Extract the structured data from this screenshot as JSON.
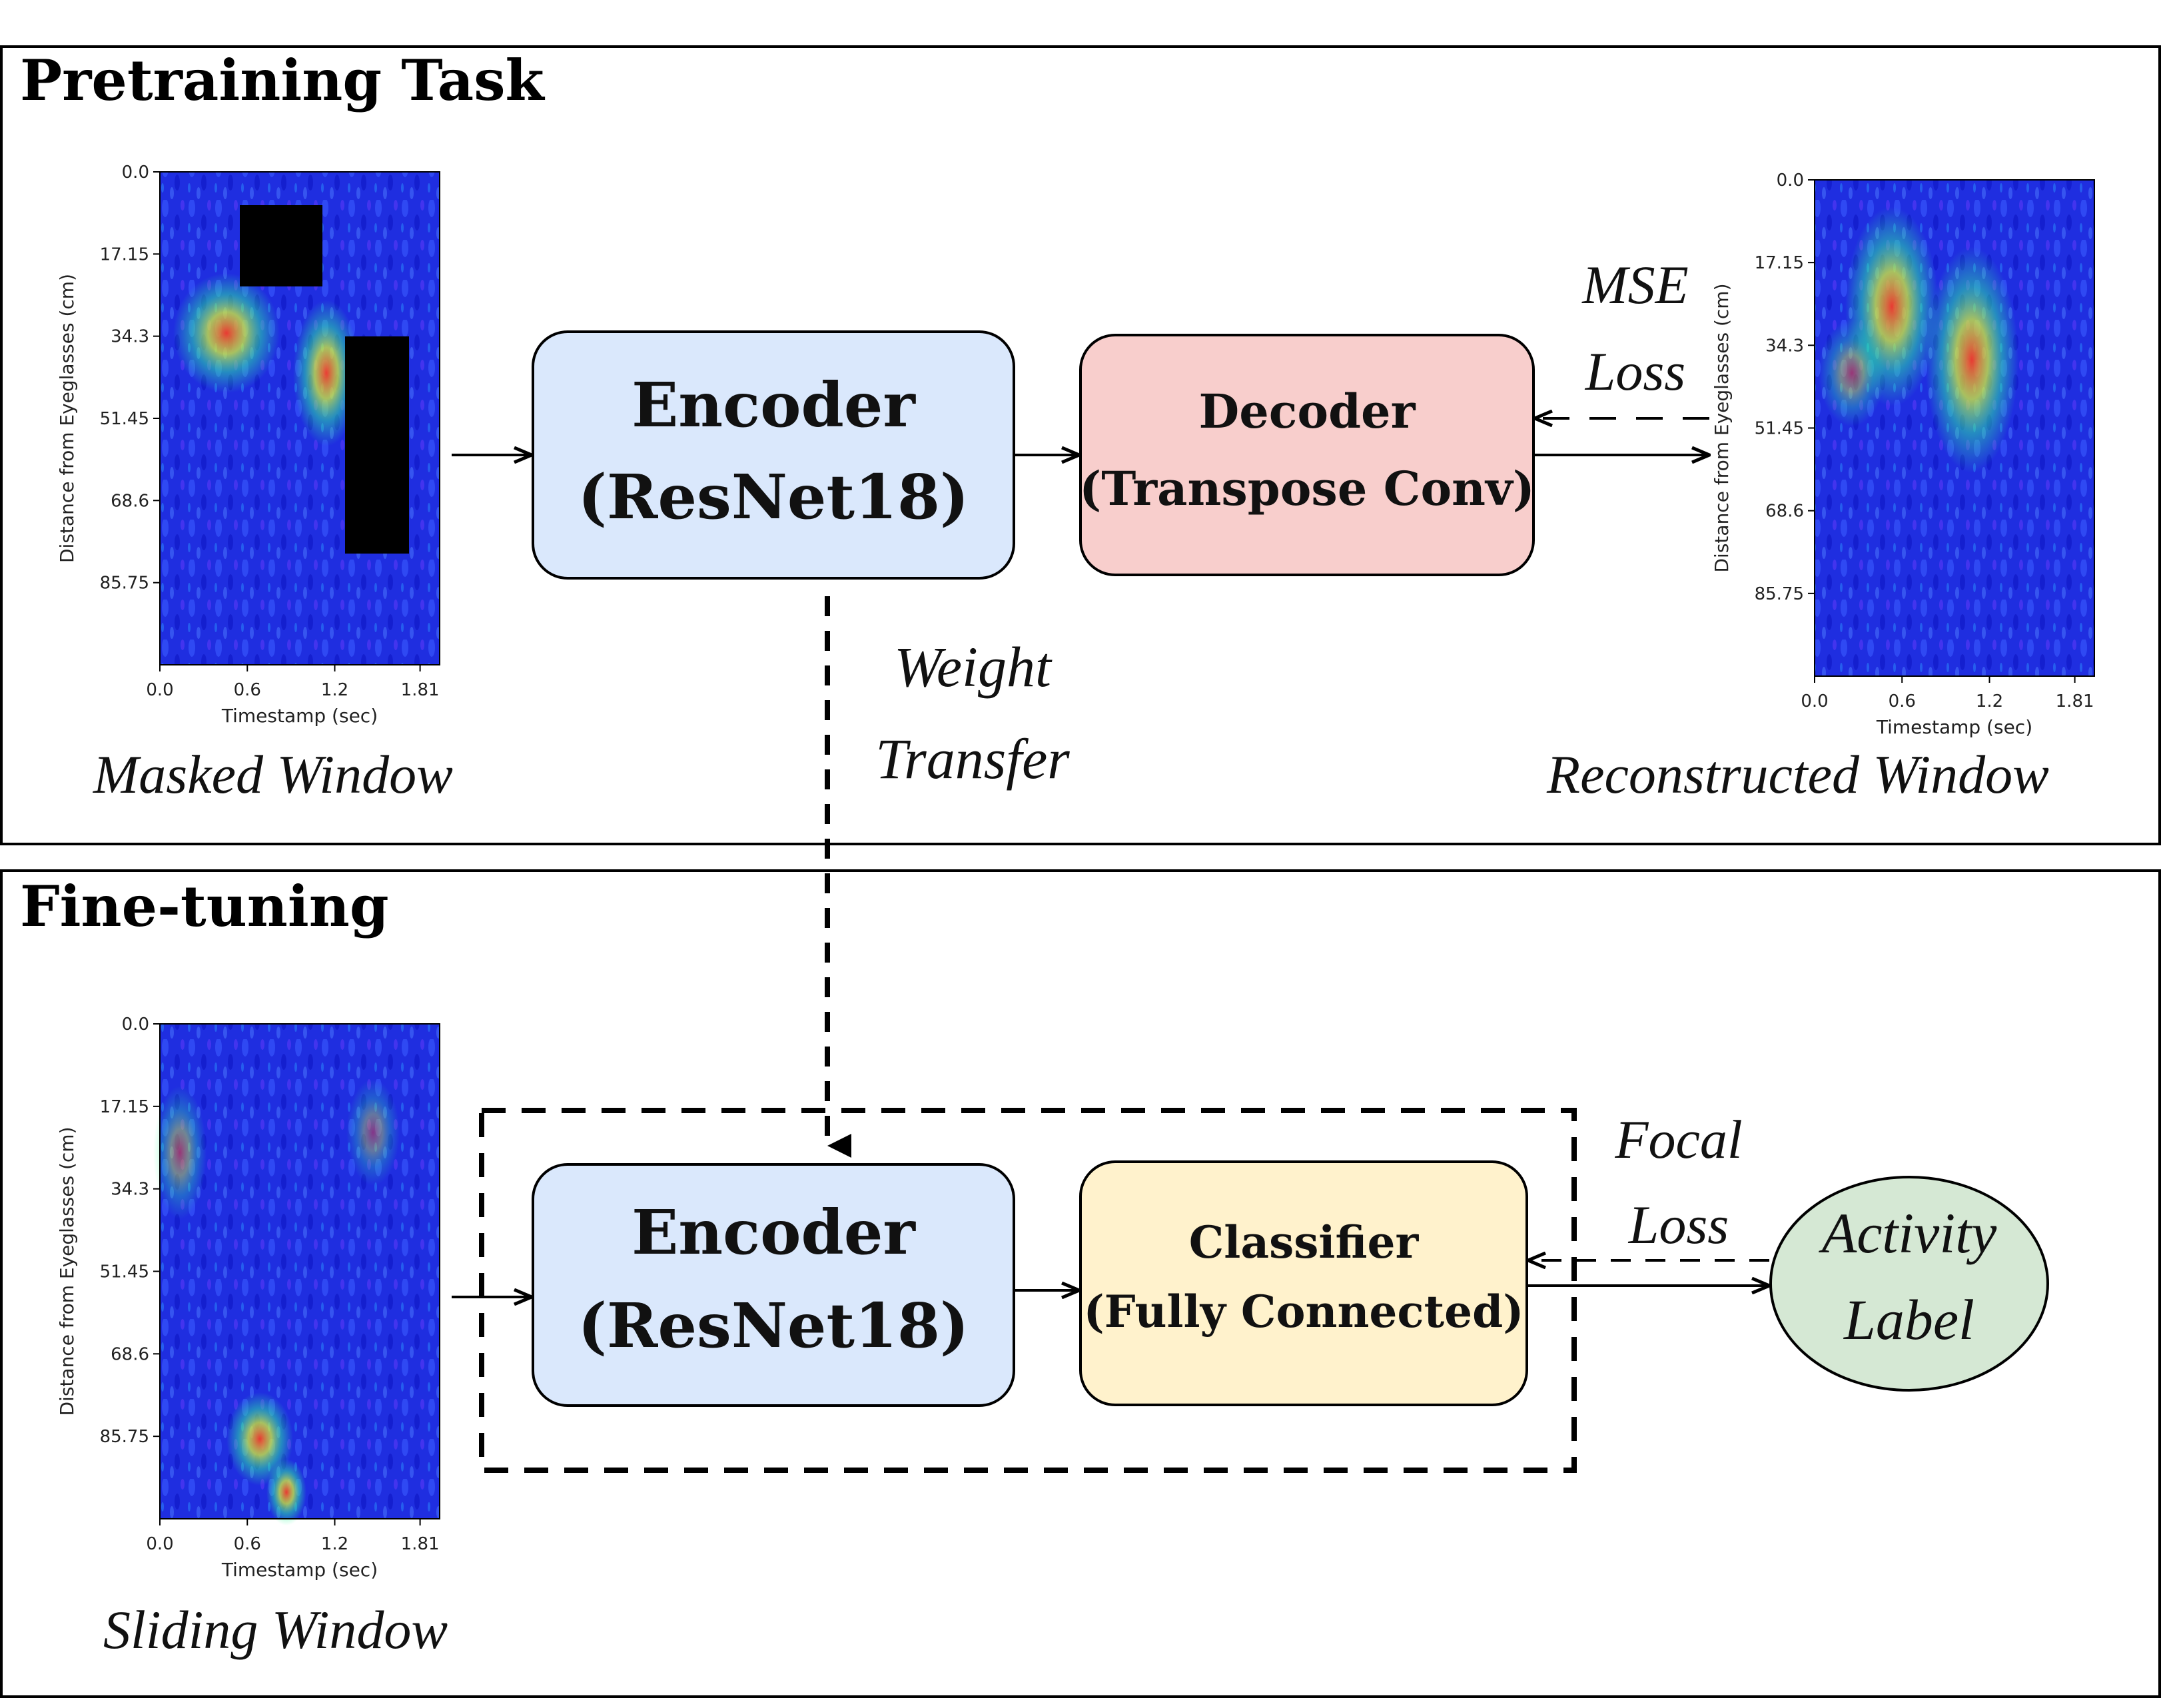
{
  "panels": {
    "pretraining": {
      "title": "Pretraining Task"
    },
    "finetuning": {
      "title": "Fine-tuning"
    }
  },
  "pretraining": {
    "encoder": {
      "line1": "Encoder",
      "line2": "(ResNet18)"
    },
    "decoder": {
      "line1": "Decoder",
      "line2": "(Transpose Conv)"
    },
    "loss": {
      "line1": "MSE",
      "line2": "Loss"
    },
    "weight_transfer": {
      "line1": "Weight",
      "line2": "Transfer"
    },
    "masked_caption": "Masked Window",
    "reconstructed_caption": "Reconstructed Window"
  },
  "finetuning": {
    "encoder": {
      "line1": "Encoder",
      "line2": "(ResNet18)"
    },
    "classifier": {
      "line1": "Classifier",
      "line2": "(Fully Connected)"
    },
    "loss": {
      "line1": "Focal",
      "line2": "Loss"
    },
    "output": {
      "line1": "Activity",
      "line2": "Label"
    },
    "sliding_caption": "Sliding Window"
  },
  "spectrogram_axes": {
    "ylabel": "Distance from Eyeglasses (cm)",
    "xlabel": "Timestamp (sec)",
    "yticks": [
      "0.0",
      "17.15",
      "34.3",
      "51.45",
      "68.6",
      "85.75"
    ],
    "xticks": [
      "0.0",
      "0.6",
      "1.2",
      "1.81"
    ]
  },
  "colors": {
    "encoder_fill": "#dae8fc",
    "decoder_fill": "#f8cecc",
    "classifier_fill": "#fff2cc",
    "label_fill": "#d5e8d4",
    "spectrogram_base": "#1a24e6"
  }
}
